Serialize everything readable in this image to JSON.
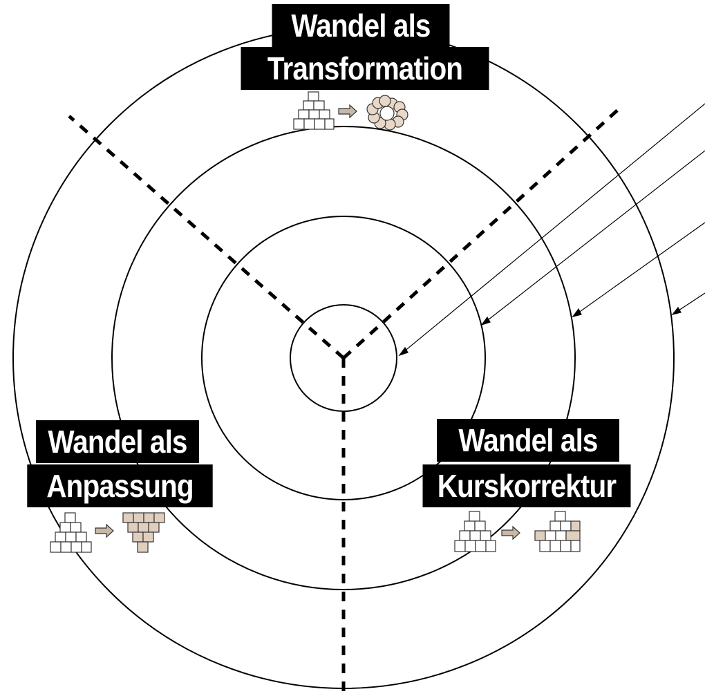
{
  "labels": {
    "transformation": {
      "line1": "Wandel als",
      "line2": "Transformation"
    },
    "anpassung": {
      "line1": "Wandel als",
      "line2": "Anpassung"
    },
    "kurskorrektur": {
      "line1": "Wandel als",
      "line2": "Kurskorrektur"
    }
  },
  "icons": {
    "transformation": {
      "from": "pyramid-icon",
      "to": "flower-icon"
    },
    "anpassung": {
      "from": "pyramid-icon",
      "to": "inverted-pyramid-icon"
    },
    "kurskorrektur": {
      "from": "pyramid-icon",
      "to": "modified-pyramid-icon"
    }
  },
  "colors": {
    "background": "#ffffff",
    "line": "#000000",
    "label_background": "#000000",
    "label_text": "#ffffff",
    "icon_fill": "#e8d8c8",
    "arrow_fill": "#c8b8a8"
  }
}
